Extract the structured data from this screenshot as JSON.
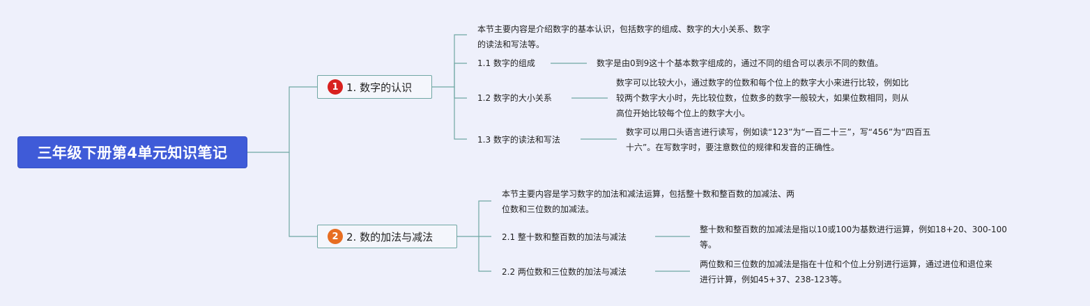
{
  "root": {
    "title": "三年级下册第4单元知识笔记"
  },
  "topics": [
    {
      "badge": "1",
      "label": "1. 数字的认识",
      "intro": [
        "本节主要内容是介绍数字的基本认识，包括数字的组成、数字的大小关系、数字",
        "的读法和写法等。"
      ],
      "subs": [
        {
          "label": "1.1 数字的组成",
          "detail": [
            "数字是由0到9这十个基本数字组成的，通过不同的组合可以表示不同的数值。"
          ]
        },
        {
          "label": "1.2 数字的大小关系",
          "detail": [
            "数字可以比较大小，通过数字的位数和每个位上的数字大小来进行比较，例如比",
            "较两个数字大小时，先比较位数，位数多的数字一般较大，如果位数相同，则从",
            "高位开始比较每个位上的数字大小。"
          ]
        },
        {
          "label": "1.3 数字的读法和写法",
          "detail": [
            "数字可以用口头语言进行读写，例如读“123”为“一百二十三”，写“456”为“四百五",
            "十六”。在写数字时，要注意数位的规律和发音的正确性。"
          ]
        }
      ]
    },
    {
      "badge": "2",
      "label": "2. 数的加法与减法",
      "intro": [
        "本节主要内容是学习数字的加法和减法运算，包括整十数和整百数的加减法、两",
        "位数和三位数的加减法。"
      ],
      "subs": [
        {
          "label": "2.1 整十数和整百数的加法与减法",
          "detail": [
            "整十数和整百数的加减法是指以10或100为基数进行运算，例如18+20、300-100",
            "等。"
          ]
        },
        {
          "label": "2.2 两位数和三位数的加法与减法",
          "detail": [
            "两位数和三位数的加减法是指在十位和个位上分别进行运算，通过进位和退位来",
            "进行计算，例如45+37、238-123等。"
          ]
        }
      ]
    }
  ],
  "colors": {
    "root_bg": "#3f5bd8",
    "line": "#6fa6a3",
    "badge1": "#d8211f",
    "badge2": "#e76e22",
    "background": "#eef0fb"
  }
}
